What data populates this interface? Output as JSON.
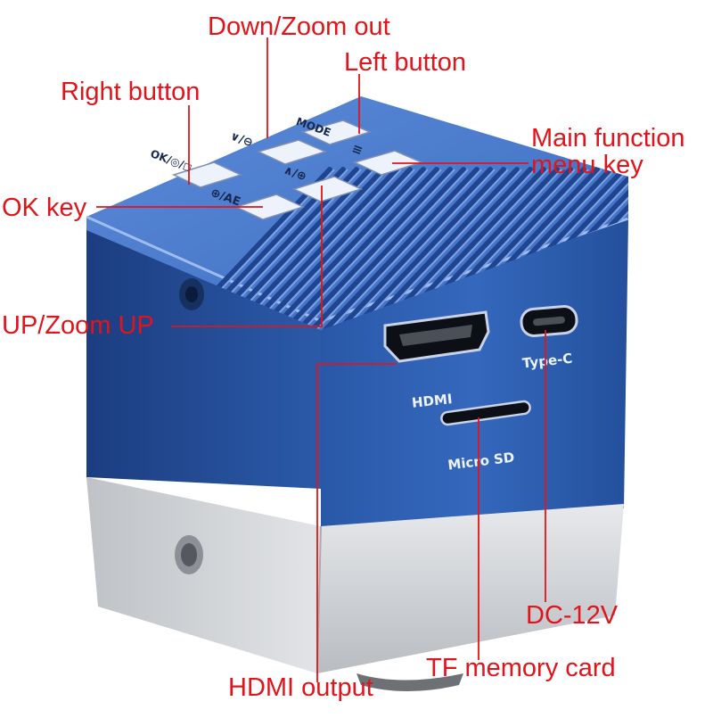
{
  "callouts": {
    "down_zoom_out": "Down/Zoom out",
    "left_button": "Left button",
    "right_button": "Right button",
    "main_function_line1": "Main function",
    "main_function_line2": "menu key",
    "ok_key": "OK key",
    "up_zoom_up": "UP/Zoom UP",
    "dc_12v": "DC-12V",
    "tf_memory_card": "TF memory card",
    "hdmi_output": "HDMI output"
  },
  "device_labels": {
    "mode": "MODE",
    "ok": "OK/◎/◻",
    "down_zoom": "∨/⊖",
    "up_zoom": "∧/⊕",
    "menu": "≡",
    "ae": "⊕/AE",
    "hdmi": "HDMI",
    "type_c": "Type-C",
    "micro_sd": "Micro SD"
  },
  "colors": {
    "callout_red": "#e0151b",
    "body_blue": "#2f5fb0",
    "body_blue_dark": "#1d3f82",
    "top_blue": "#4a7bd0",
    "silver": "#d6d8dc"
  }
}
